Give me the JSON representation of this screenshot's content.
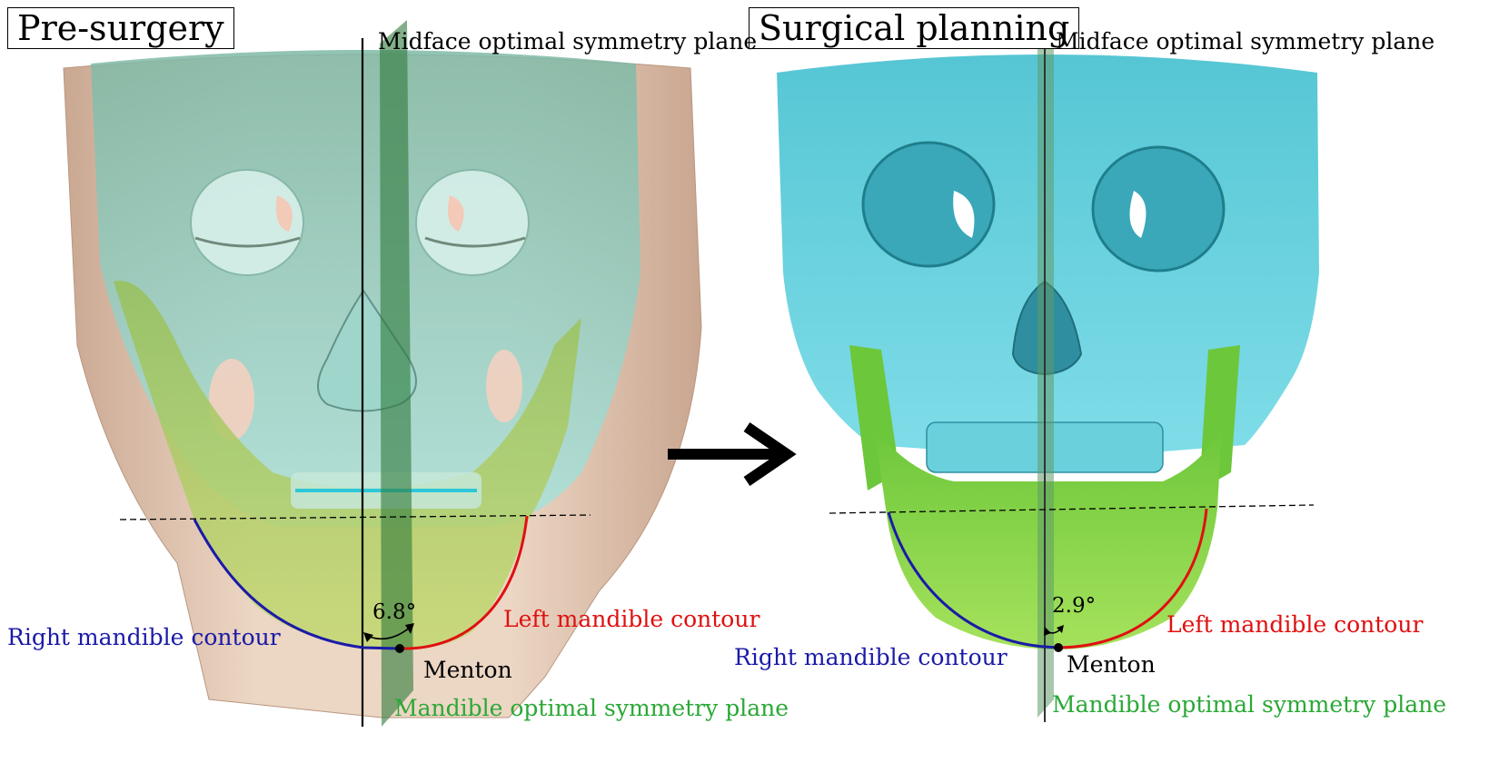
{
  "panels": [
    {
      "title": "Pre-surgery",
      "labels": {
        "midface_plane": "Midface optimal symmetry plane",
        "right_contour": "Right mandible contour",
        "left_contour": "Left mandible contour",
        "menton": "Menton",
        "mandible_plane": "Mandible optimal symmetry plane",
        "angle": "6.8°"
      }
    },
    {
      "title": "Surgical planning",
      "labels": {
        "midface_plane": "Midface optimal symmetry plane",
        "right_contour": "Right mandible contour",
        "left_contour": "Left mandible contour",
        "menton": "Menton",
        "mandible_plane": "Mandible optimal symmetry plane",
        "angle": "2.9°"
      }
    }
  ],
  "colors": {
    "right_contour": "#1a1aa8",
    "left_contour": "#e01010",
    "mandible_plane": "#2aa836",
    "skull": "#6ed6e0",
    "mandible": "#86d43a",
    "skin": "#e8cdb8",
    "transition_arrow": "#000000"
  },
  "icons": {
    "transition_arrow": "right-arrow-icon"
  }
}
